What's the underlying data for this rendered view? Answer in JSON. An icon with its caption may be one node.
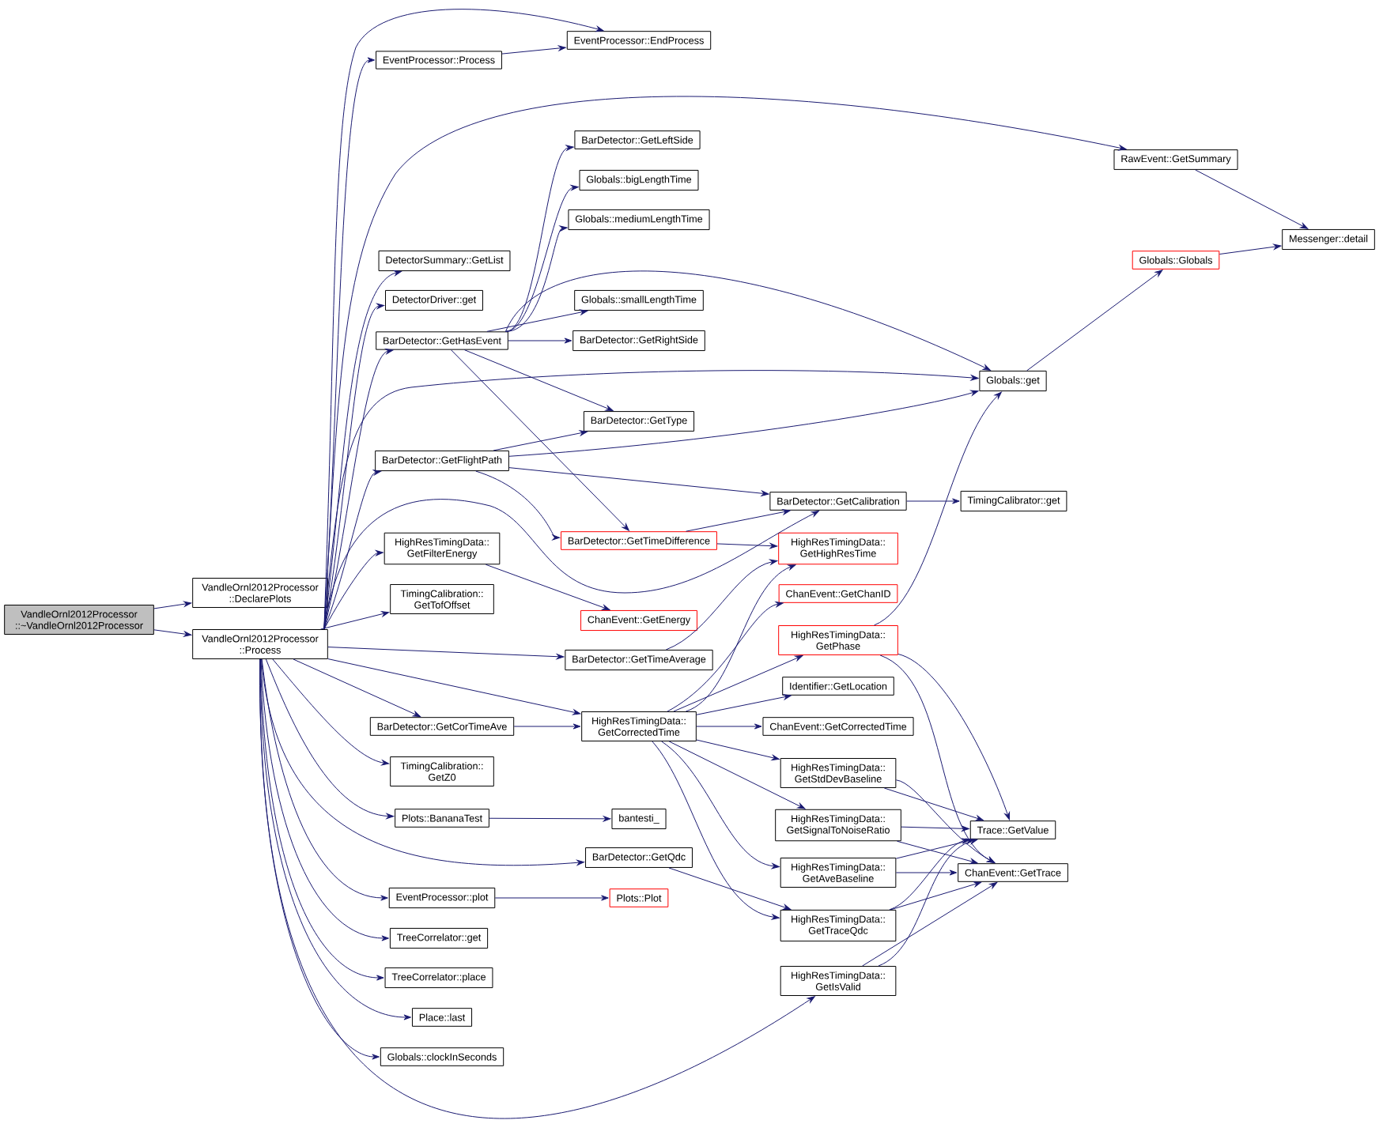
{
  "diagram": {
    "nodes": [
      {
        "text": [
          "VandleOrnl2012Processor ::~VandleOrnl2012Processor"
        ]
      },
      {
        "text": [
          "VandleOrnl2012Processor ::DeclarePlots"
        ]
      },
      {
        "text": [
          "VandleOrnl2012Processor ::Process"
        ]
      },
      {
        "text": [
          "EventProcessor::Process"
        ]
      },
      {
        "text": [
          "EventProcessor::EndProcess"
        ]
      },
      {
        "text": [
          "RawEvent::GetSummary"
        ]
      },
      {
        "text": [
          "Messenger::detail"
        ]
      },
      {
        "text": [
          "Globals::Globals"
        ]
      },
      {
        "text": [
          "DetectorSummary::GetList"
        ]
      },
      {
        "text": [
          "DetectorDriver::get"
        ]
      },
      {
        "text": [
          "BarDetector::GetHasEvent"
        ]
      },
      {
        "text": [
          "BarDetector::GetLeftSide"
        ]
      },
      {
        "text": [
          "Globals::bigLengthTime"
        ]
      },
      {
        "text": [
          "Globals::mediumLengthTime"
        ]
      },
      {
        "text": [
          "Globals::smallLengthTime"
        ]
      },
      {
        "text": [
          "BarDetector::GetRightSide"
        ]
      },
      {
        "text": [
          "Globals::get"
        ]
      },
      {
        "text": [
          "BarDetector::GetType"
        ]
      },
      {
        "text": [
          "BarDetector::GetFlightPath"
        ]
      },
      {
        "text": [
          "BarDetector::GetCalibration"
        ]
      },
      {
        "text": [
          "TimingCalibrator::get"
        ]
      },
      {
        "text": [
          "BarDetector::GetTimeDifference"
        ]
      },
      {
        "text": [
          "HighResTimingData:: GetHighResTime"
        ]
      },
      {
        "text": [
          "HighResTimingData:: GetFilterEnergy"
        ]
      },
      {
        "text": [
          "ChanEvent::GetEnergy"
        ]
      },
      {
        "text": [
          "ChanEvent::GetChanID"
        ]
      },
      {
        "text": [
          "TimingCalibration:: GetTofOffset"
        ]
      },
      {
        "text": [
          "HighResTimingData:: GetPhase"
        ]
      },
      {
        "text": [
          "BarDetector::GetTimeAverage"
        ]
      },
      {
        "text": [
          "Identifier::GetLocation"
        ]
      },
      {
        "text": [
          "HighResTimingData:: GetCorrectedTime"
        ]
      },
      {
        "text": [
          "BarDetector::GetCorTimeAve"
        ]
      },
      {
        "text": [
          "ChanEvent::GetCorrectedTime"
        ]
      },
      {
        "text": [
          "HighResTimingData:: GetStdDevBaseline"
        ]
      },
      {
        "text": [
          "TimingCalibration:: GetZ0"
        ]
      },
      {
        "text": [
          "HighResTimingData:: GetSignalToNoiseRatio"
        ]
      },
      {
        "text": [
          "Trace::GetValue"
        ]
      },
      {
        "text": [
          "Plots::BananaTest"
        ]
      },
      {
        "text": [
          "bantesti_"
        ]
      },
      {
        "text": [
          "BarDetector::GetQdc"
        ]
      },
      {
        "text": [
          "HighResTimingData:: GetAveBaseline"
        ]
      },
      {
        "text": [
          "ChanEvent::GetTrace"
        ]
      },
      {
        "text": [
          "EventProcessor::plot"
        ]
      },
      {
        "text": [
          "Plots::Plot"
        ]
      },
      {
        "text": [
          "HighResTimingData:: GetTraceQdc"
        ]
      },
      {
        "text": [
          "TreeCorrelator::get"
        ]
      },
      {
        "text": [
          "TreeCorrelator::place"
        ]
      },
      {
        "text": [
          "HighResTimingData:: GetIsValid"
        ]
      },
      {
        "text": [
          "Place::last"
        ]
      },
      {
        "text": [
          "Globals::clockInSeconds"
        ]
      }
    ],
    "edges": [
      {
        "from": 0,
        "to": 1,
        "arrow": "to"
      },
      {
        "from": 0,
        "to": 2,
        "arrow": "to"
      },
      {
        "from": 2,
        "to": 3,
        "arrow": "to"
      },
      {
        "from": 2,
        "to": 4,
        "arrow": "to"
      },
      {
        "from": 2,
        "to": 5,
        "arrow": "to"
      },
      {
        "from": 2,
        "to": 8,
        "arrow": "to"
      },
      {
        "from": 2,
        "to": 9,
        "arrow": "to"
      },
      {
        "from": 2,
        "to": 10,
        "arrow": "to"
      },
      {
        "from": 2,
        "to": 16,
        "arrow": "to"
      },
      {
        "from": 2,
        "to": 18,
        "arrow": "to"
      },
      {
        "from": 2,
        "to": 19,
        "arrow": "to"
      },
      {
        "from": 2,
        "to": 23,
        "arrow": "to"
      },
      {
        "from": 2,
        "to": 26,
        "arrow": "to"
      },
      {
        "from": 2,
        "to": 28,
        "arrow": "to"
      },
      {
        "from": 2,
        "to": 30,
        "arrow": "to"
      },
      {
        "from": 2,
        "to": 31,
        "arrow": "to"
      },
      {
        "from": 2,
        "to": 34,
        "arrow": "to"
      },
      {
        "from": 2,
        "to": 37,
        "arrow": "to"
      },
      {
        "from": 2,
        "to": 39,
        "arrow": "to"
      },
      {
        "from": 2,
        "to": 42,
        "arrow": "to"
      },
      {
        "from": 2,
        "to": 45,
        "arrow": "to"
      },
      {
        "from": 2,
        "to": 46,
        "arrow": "to"
      },
      {
        "from": 2,
        "to": 48,
        "arrow": "to"
      },
      {
        "from": 2,
        "to": 49,
        "arrow": "to"
      },
      {
        "from": 2,
        "to": 47,
        "arrow": "to"
      },
      {
        "from": 3,
        "to": 4,
        "arrow": "to"
      },
      {
        "from": 5,
        "to": 6,
        "arrow": "to"
      },
      {
        "from": 7,
        "to": 6,
        "arrow": "to"
      },
      {
        "from": 16,
        "to": 7,
        "arrow": "to"
      },
      {
        "from": 10,
        "to": 11,
        "arrow": "to"
      },
      {
        "from": 10,
        "to": 12,
        "arrow": "to"
      },
      {
        "from": 10,
        "to": 13,
        "arrow": "to"
      },
      {
        "from": 10,
        "to": 16,
        "arrow": "to"
      },
      {
        "from": 10,
        "to": 14,
        "arrow": "to"
      },
      {
        "from": 10,
        "to": 15,
        "arrow": "to"
      },
      {
        "from": 10,
        "to": 17,
        "arrow": "to"
      },
      {
        "from": 10,
        "to": 21,
        "arrow": "to"
      },
      {
        "from": 18,
        "to": 17,
        "arrow": "to"
      },
      {
        "from": 18,
        "to": 16,
        "arrow": "to"
      },
      {
        "from": 18,
        "to": 19,
        "arrow": "to"
      },
      {
        "from": 18,
        "to": 21,
        "arrow": "to"
      },
      {
        "from": 19,
        "to": 20,
        "arrow": "to"
      },
      {
        "from": 21,
        "to": 19,
        "arrow": "to"
      },
      {
        "from": 21,
        "to": 22,
        "arrow": "to"
      },
      {
        "from": 23,
        "to": 24,
        "arrow": "to"
      },
      {
        "from": 28,
        "to": 22,
        "arrow": "to"
      },
      {
        "from": 31,
        "to": 30,
        "arrow": "to"
      },
      {
        "from": 30,
        "to": 22,
        "arrow": "to"
      },
      {
        "from": 30,
        "to": 25,
        "arrow": "to"
      },
      {
        "from": 30,
        "to": 27,
        "arrow": "to"
      },
      {
        "from": 30,
        "to": 29,
        "arrow": "to"
      },
      {
        "from": 30,
        "to": 32,
        "arrow": "to"
      },
      {
        "from": 30,
        "to": 33,
        "arrow": "to"
      },
      {
        "from": 30,
        "to": 35,
        "arrow": "to"
      },
      {
        "from": 30,
        "to": 40,
        "arrow": "to"
      },
      {
        "from": 30,
        "to": 44,
        "arrow": "to"
      },
      {
        "from": 27,
        "to": 16,
        "arrow": "to"
      },
      {
        "from": 27,
        "to": 36,
        "arrow": "to"
      },
      {
        "from": 27,
        "to": 41,
        "arrow": "to"
      },
      {
        "from": 33,
        "to": 36,
        "arrow": "to"
      },
      {
        "from": 33,
        "to": 41,
        "arrow": "to"
      },
      {
        "from": 35,
        "to": 36,
        "arrow": "to"
      },
      {
        "from": 35,
        "to": 41,
        "arrow": "to"
      },
      {
        "from": 40,
        "to": 36,
        "arrow": "to"
      },
      {
        "from": 40,
        "to": 41,
        "arrow": "to"
      },
      {
        "from": 44,
        "to": 36,
        "arrow": "to"
      },
      {
        "from": 44,
        "to": 41,
        "arrow": "to"
      },
      {
        "from": 47,
        "to": 36,
        "arrow": "to"
      },
      {
        "from": 47,
        "to": 41,
        "arrow": "to"
      },
      {
        "from": 37,
        "to": 38,
        "arrow": "to"
      },
      {
        "from": 39,
        "to": 44,
        "arrow": "to"
      },
      {
        "from": 42,
        "to": 43,
        "arrow": "to"
      }
    ]
  }
}
